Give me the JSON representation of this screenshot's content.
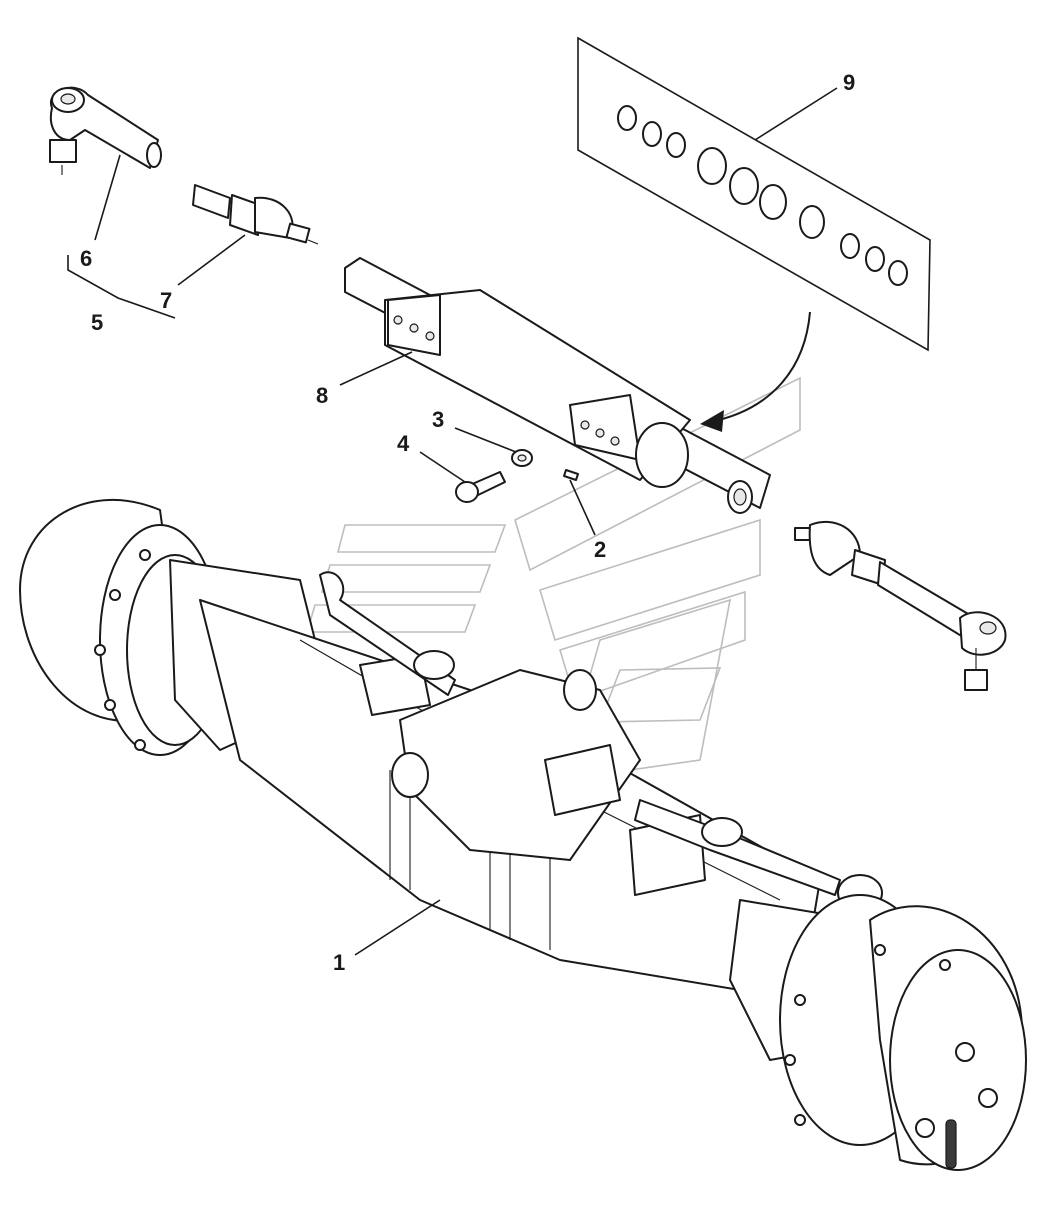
{
  "callouts": {
    "c1": "1",
    "c2": "2",
    "c3": "3",
    "c4": "4",
    "c5": "5",
    "c6": "6",
    "c7": "7",
    "c8": "8",
    "c9": "9"
  },
  "icons": {
    "watermark": "logo-watermark-icon"
  }
}
